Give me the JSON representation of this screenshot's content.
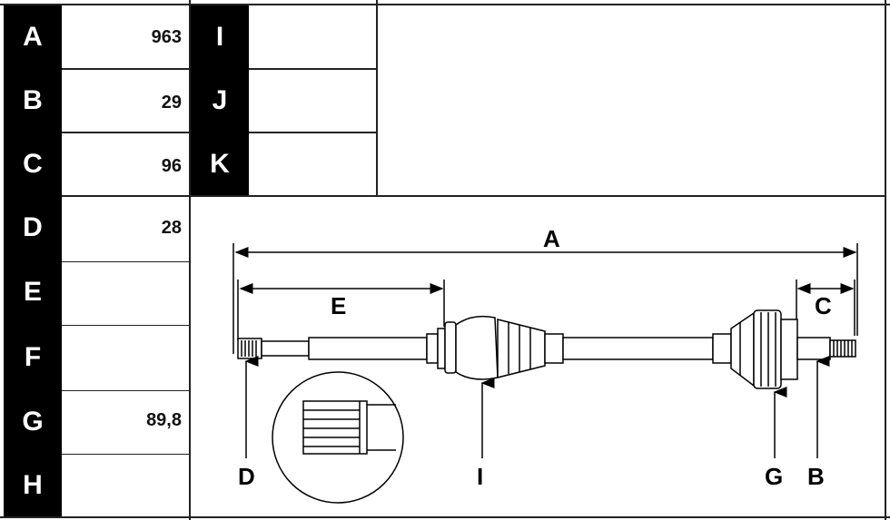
{
  "spec_table": {
    "rows": [
      {
        "letter": "A",
        "value": "963"
      },
      {
        "letter": "B",
        "value": "29"
      },
      {
        "letter": "C",
        "value": "96"
      },
      {
        "letter": "D",
        "value": "28"
      },
      {
        "letter": "E",
        "value": ""
      },
      {
        "letter": "F",
        "value": ""
      },
      {
        "letter": "G",
        "value": "89,8"
      },
      {
        "letter": "H",
        "value": ""
      }
    ],
    "extra_rows": [
      {
        "letter": "I",
        "value": ""
      },
      {
        "letter": "J",
        "value": ""
      },
      {
        "letter": "K",
        "value": ""
      }
    ]
  },
  "diagram": {
    "labels": {
      "A": "A",
      "B": "B",
      "C": "C",
      "D": "D",
      "E": "E",
      "G": "G",
      "I": "I"
    }
  }
}
